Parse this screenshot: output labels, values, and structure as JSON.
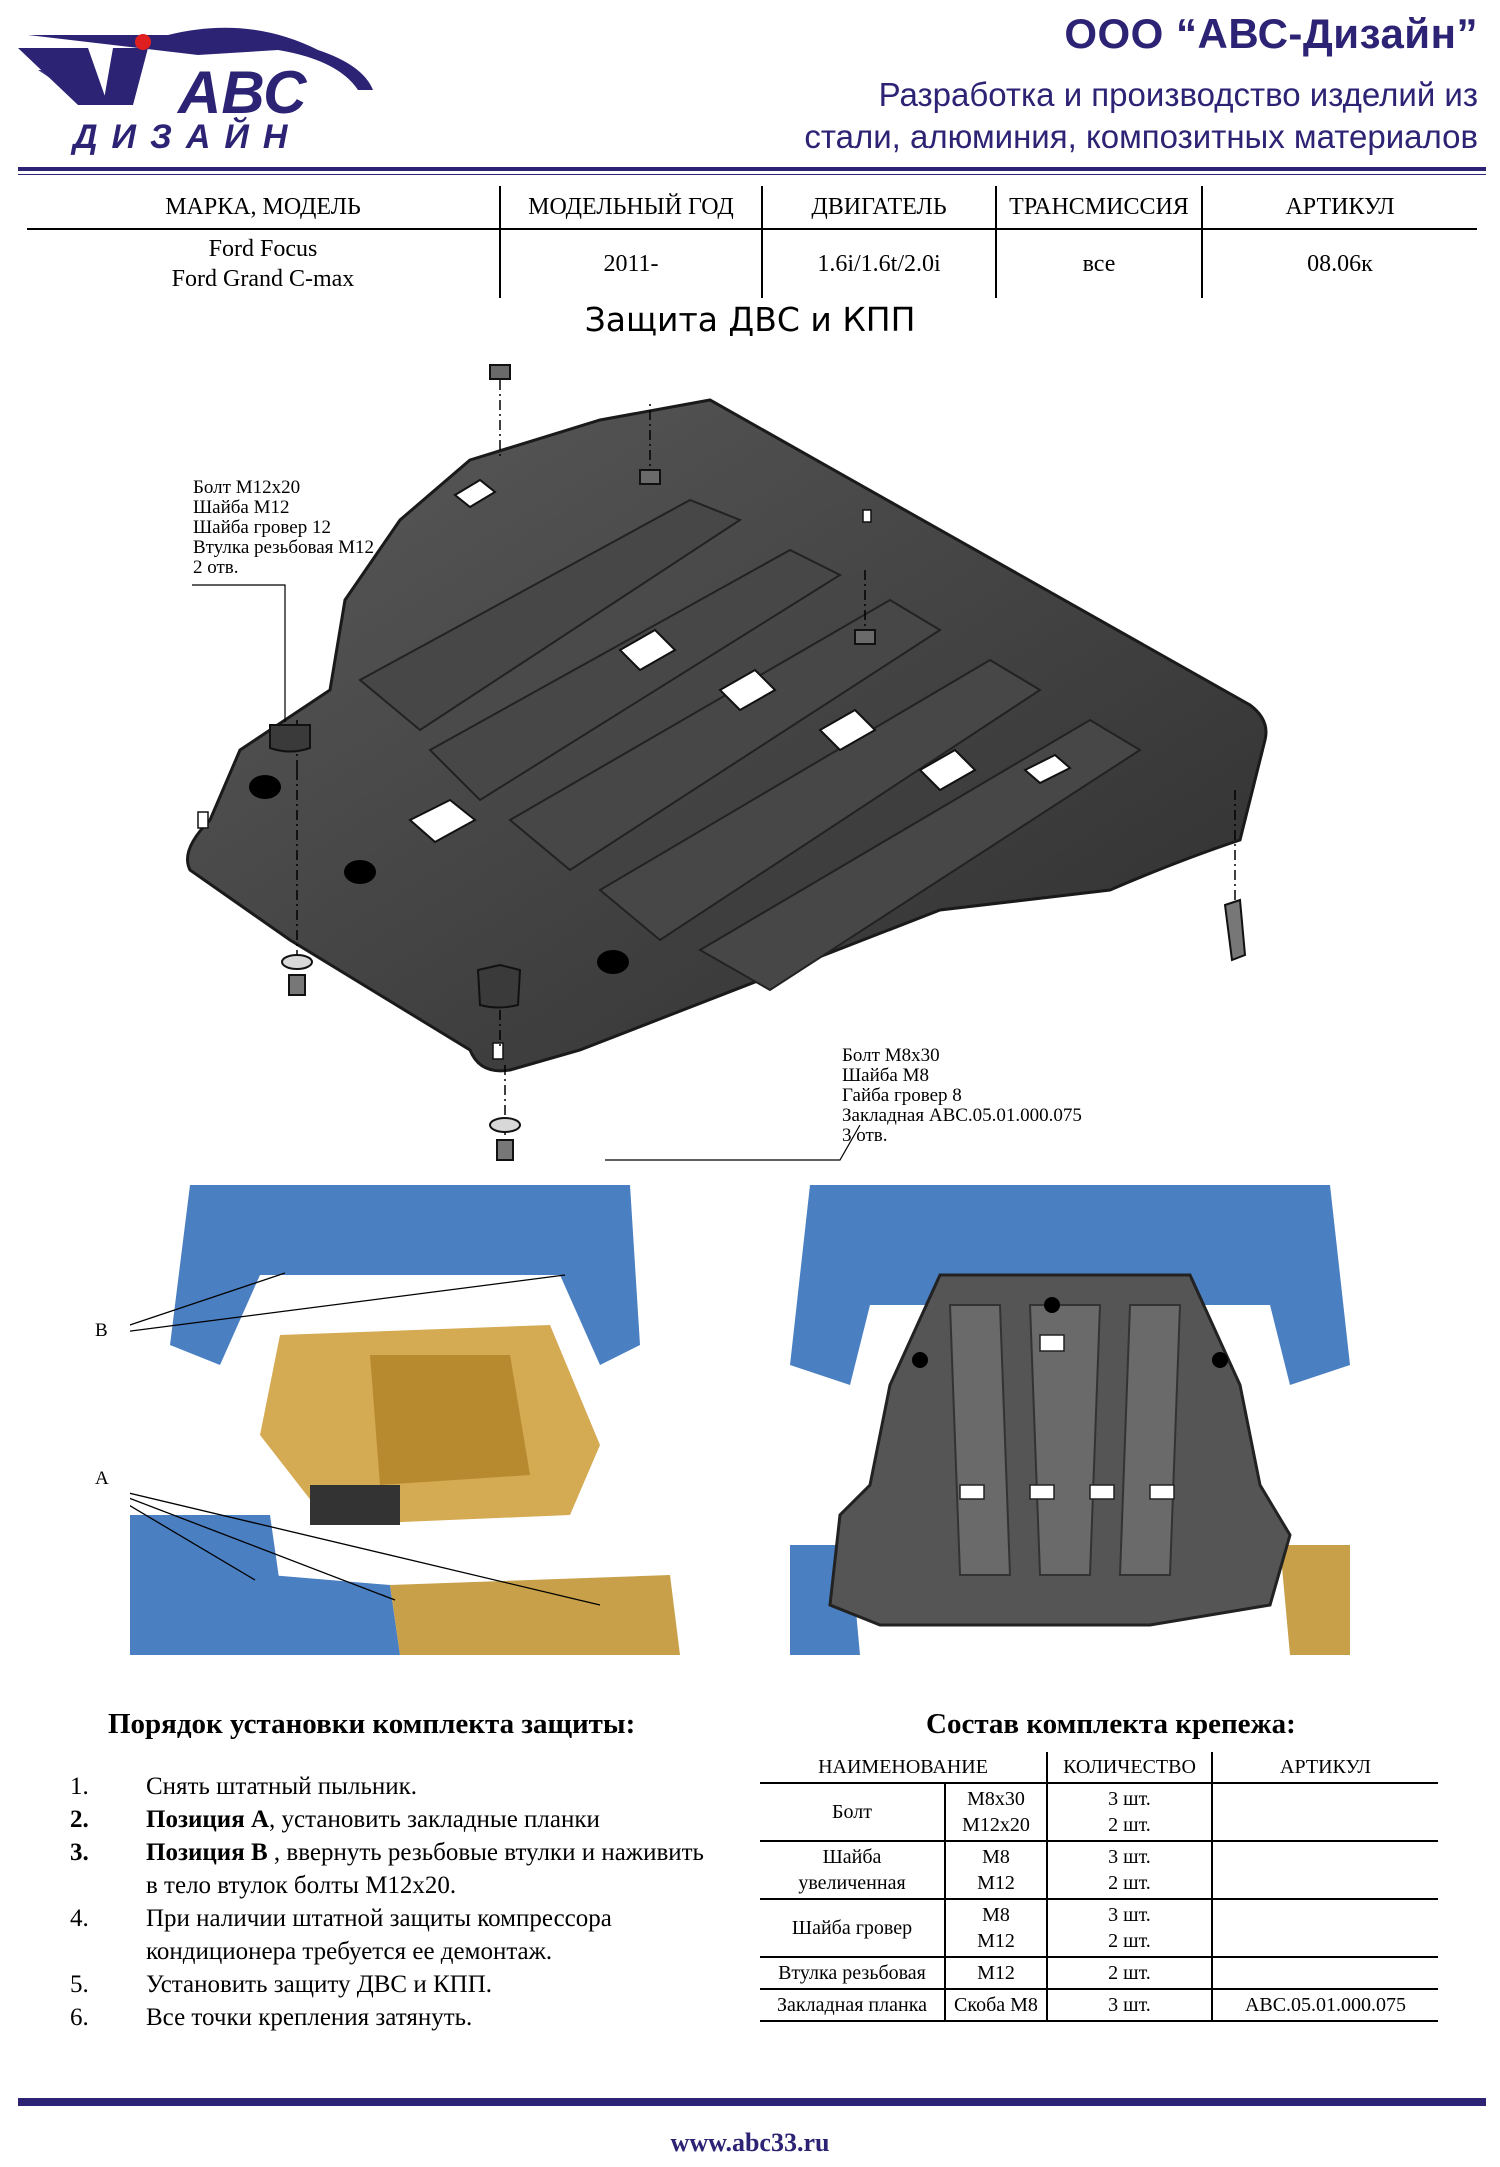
{
  "header": {
    "logo_text": "АВС",
    "logo_sub": "ДИЗАЙН",
    "company_name": "ООО “АВС-Дизайн”",
    "tagline_1": "Разработка и производство изделий из",
    "tagline_2": "стали, алюминия, композитных материалов",
    "brand_color": "#2d2375"
  },
  "spec_table": {
    "headers": [
      "МАРКА, МОДЕЛЬ",
      "МОДЕЛЬНЫЙ ГОД",
      "ДВИГАТЕЛЬ",
      "ТРАНСМИССИЯ",
      "АРТИКУЛ"
    ],
    "row": {
      "model_1": "Ford Focus",
      "model_2": "Ford Grand C-max",
      "year": "2011-",
      "engine": "1.6i/1.6t/2.0i",
      "transmission": "все",
      "article": "08.06к"
    }
  },
  "title": "Защита ДВС и КПП",
  "callouts": {
    "top_left": "Болт М12х20\nШайба М12\nШайба гровер 12\nВтулка резьбовая М12\n2 отв.",
    "bottom": "Болт М8х30\nШайба М8\nГайба гровер 8\nЗакладная АВС.05.01.000.075\n3 отв."
  },
  "photo_labels": {
    "b": "B",
    "a": "A"
  },
  "install": {
    "title": "Порядок установки комплекта защиты:",
    "steps": [
      {
        "num": "1.",
        "bold": "",
        "text": "Снять штатный пыльник."
      },
      {
        "num": "2.",
        "bold": "Позиция А",
        "text": ", установить закладные планки"
      },
      {
        "num": "3.",
        "bold": "Позиция В",
        "text": " , ввернуть резьбовые втулки и наживить в тело втулок болты М12х20."
      },
      {
        "num": "4.",
        "bold": "",
        "text": "При наличии штатной защиты компрессора кондиционера требуется ее демонтаж."
      },
      {
        "num": "5.",
        "bold": "",
        "text": "Установить защиту ДВС и КПП."
      },
      {
        "num": "6.",
        "bold": "",
        "text": "Все точки крепления затянуть."
      }
    ]
  },
  "kit": {
    "title": "Состав комплекта крепежа:",
    "headers": [
      "НАИМЕНОВАНИЕ",
      "КОЛИЧЕСТВО",
      "АРТИКУЛ"
    ],
    "rows": [
      {
        "name": "Болт",
        "sizes": [
          "М8х30",
          "М12х20"
        ],
        "qty": [
          "3 шт.",
          "2 шт."
        ],
        "article": ""
      },
      {
        "name": "Шайба\nувеличенная",
        "sizes": [
          "М8",
          "М12"
        ],
        "qty": [
          "3 шт.",
          "2 шт."
        ],
        "article": ""
      },
      {
        "name": "Шайба гровер",
        "sizes": [
          "М8",
          "М12"
        ],
        "qty": [
          "3 шт.",
          "2 шт."
        ],
        "article": ""
      },
      {
        "name": "Втулка резьбовая",
        "sizes": [
          "М12"
        ],
        "qty": [
          "2 шт."
        ],
        "article": ""
      },
      {
        "name": "Закладная планка",
        "sizes": [
          "Скоба М8"
        ],
        "qty": [
          "3 шт."
        ],
        "article": "АВС.05.01.000.075"
      }
    ]
  },
  "footer": {
    "url": "www.abc33.ru"
  }
}
